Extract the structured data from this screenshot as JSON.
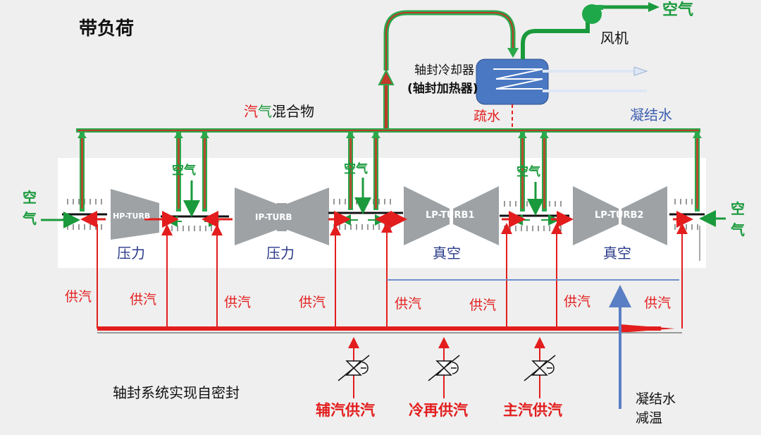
{
  "title": "带负荷",
  "labels": {
    "air_top": "空气",
    "fan": "风机",
    "cooler_line1": "轴封冷却器",
    "cooler_line2": "(轴封加热器)",
    "drain": "疏水",
    "condensate": "凝结水",
    "steam_mix_1": "汽",
    "steam_mix_2": "气",
    "steam_mix_3": "混合物",
    "air_left_1": "空",
    "air_left_2": "气",
    "air_right_1": "空",
    "air_right_2": "气",
    "air_gland_1": "空气",
    "air_gland_2": "空气",
    "air_gland_3": "空气",
    "turbines": [
      "HP-TURB",
      "IP-TURB",
      "LP-TURB1",
      "LP-TURB2"
    ],
    "pressure_1": "压力",
    "pressure_2": "压力",
    "vacuum_1": "真空",
    "vacuum_2": "真空",
    "supply": [
      "供汽",
      "供汽",
      "供汽",
      "供汽",
      "供汽",
      "供汽",
      "供汽",
      "供汽"
    ],
    "self_seal": "轴封系统实现自密封",
    "source_aux": "辅汽供汽",
    "source_cold_reheat": "冷再供汽",
    "source_main": "主汽供汽",
    "desuper_1": "凝结水",
    "desuper_2": "减温"
  },
  "colors": {
    "steam": "#e31d1d",
    "air": "#1a9a3c",
    "water": "#5a7fc4",
    "turbine": "#9ea2a5",
    "cooler": "#4a78c2"
  }
}
